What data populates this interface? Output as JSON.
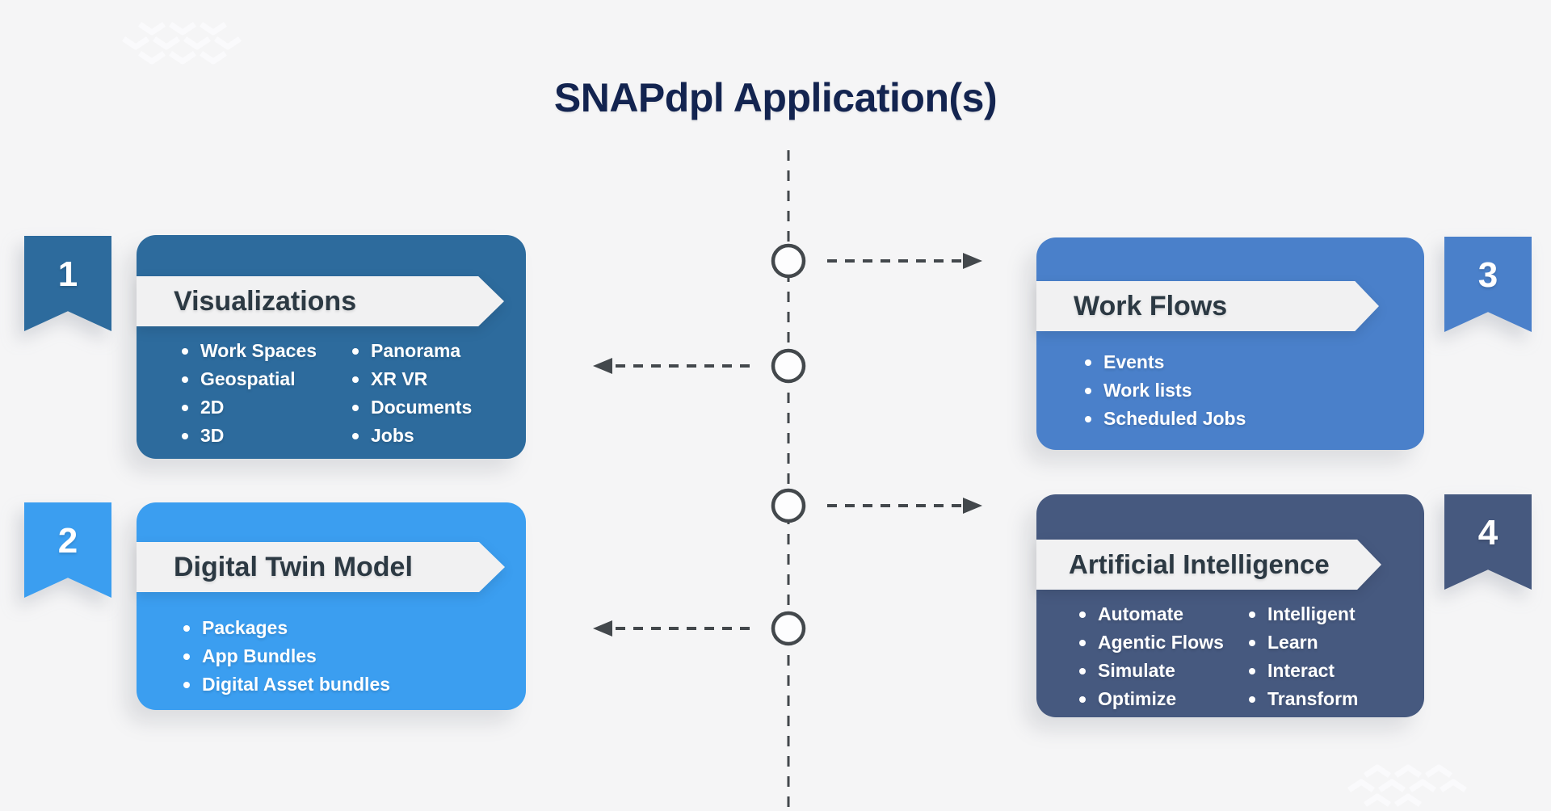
{
  "title": "SNAPdpl Application(s)",
  "colors": {
    "background": "#f5f5f6",
    "title_text": "#132450",
    "band_background": "#f1f1f2",
    "band_text": "#2c3943",
    "bullet_text": "#ffffff",
    "connector": "#43484c",
    "node_fill": "#fdfdfe"
  },
  "cards": [
    {
      "number": "1",
      "title": "Visualizations",
      "color": "#2d6b9d",
      "bullets_col1": [
        "Work Spaces",
        "Geospatial",
        "2D",
        "3D"
      ],
      "bullets_col2": [
        "Panorama",
        "XR VR",
        "Documents",
        "Jobs"
      ]
    },
    {
      "number": "2",
      "title": "Digital Twin Model",
      "color": "#3b9ef0",
      "bullets_col1": [
        "Packages",
        "App Bundles",
        "Digital Asset bundles"
      ],
      "bullets_col2": []
    },
    {
      "number": "3",
      "title": "Work Flows",
      "color": "#4a80ca",
      "bullets_col1": [
        "Events",
        "Work lists",
        "Scheduled Jobs"
      ],
      "bullets_col2": []
    },
    {
      "number": "4",
      "title": "Artificial Intelligence",
      "color": "#46597f",
      "bullets_col1": [
        "Automate",
        "Agentic Flows",
        "Simulate",
        "Optimize"
      ],
      "bullets_col2": [
        "Intelligent",
        "Learn",
        "Interact",
        "Transform"
      ]
    }
  ]
}
